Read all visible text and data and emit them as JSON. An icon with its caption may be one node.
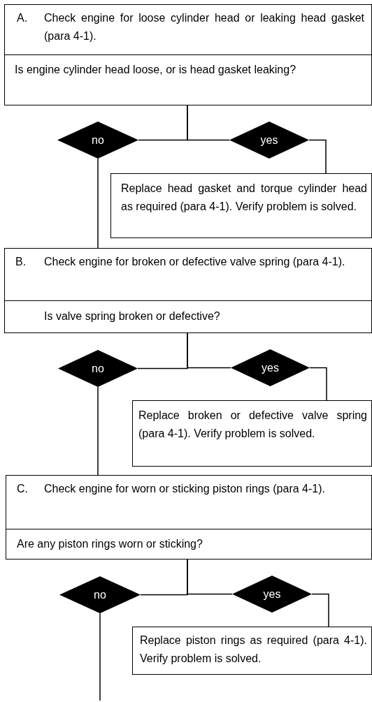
{
  "diagram": {
    "nodes": [
      {
        "text": [
          "A.",
          "Check engine for loose cylinder head or leaking head gasket (para 4-1)."
        ]
      },
      {
        "text": [
          "Is engine cylinder head loose, or is head gasket leaking?"
        ]
      },
      {
        "text": [
          "no"
        ]
      },
      {
        "text": [
          "yes"
        ]
      },
      {
        "text": [
          "Replace head gasket and torque cylinder head as required (para 4-1). Verify problem is solved."
        ]
      },
      {
        "text": [
          "B.",
          "Check engine for broken or defective valve spring (para 4-1)."
        ]
      },
      {
        "text": [
          "Is valve spring broken or defective?"
        ]
      },
      {
        "text": [
          "no"
        ]
      },
      {
        "text": [
          "yes"
        ]
      },
      {
        "text": [
          "Replace broken or defective valve spring (para 4-1). Verify problem is solved."
        ]
      },
      {
        "text": [
          "C.",
          "Check engine for worn or sticking piston rings (para 4-1)."
        ]
      },
      {
        "text": [
          "Are any piston rings worn or sticking?"
        ]
      },
      {
        "text": [
          "no"
        ]
      },
      {
        "text": [
          "yes"
        ]
      },
      {
        "text": [
          "Replace piston rings as required (para 4-1). Verify problem is solved."
        ]
      }
    ],
    "edges": [
      {
        "from": 1,
        "to": 2,
        "arrow": "none"
      },
      {
        "from": 1,
        "to": 3,
        "arrow": "none"
      },
      {
        "from": 3,
        "to": 4,
        "arrow": "none"
      },
      {
        "from": 2,
        "to": 5,
        "arrow": "none"
      },
      {
        "from": 6,
        "to": 7,
        "arrow": "none"
      },
      {
        "from": 6,
        "to": 8,
        "arrow": "none"
      },
      {
        "from": 8,
        "to": 9,
        "arrow": "none"
      },
      {
        "from": 7,
        "to": 10,
        "arrow": "none"
      },
      {
        "from": 11,
        "to": 12,
        "arrow": "none"
      },
      {
        "from": 11,
        "to": 13,
        "arrow": "none"
      },
      {
        "from": 13,
        "to": 14,
        "arrow": "none"
      },
      {
        "from": 12,
        "to": null,
        "arrow": "none"
      }
    ]
  }
}
